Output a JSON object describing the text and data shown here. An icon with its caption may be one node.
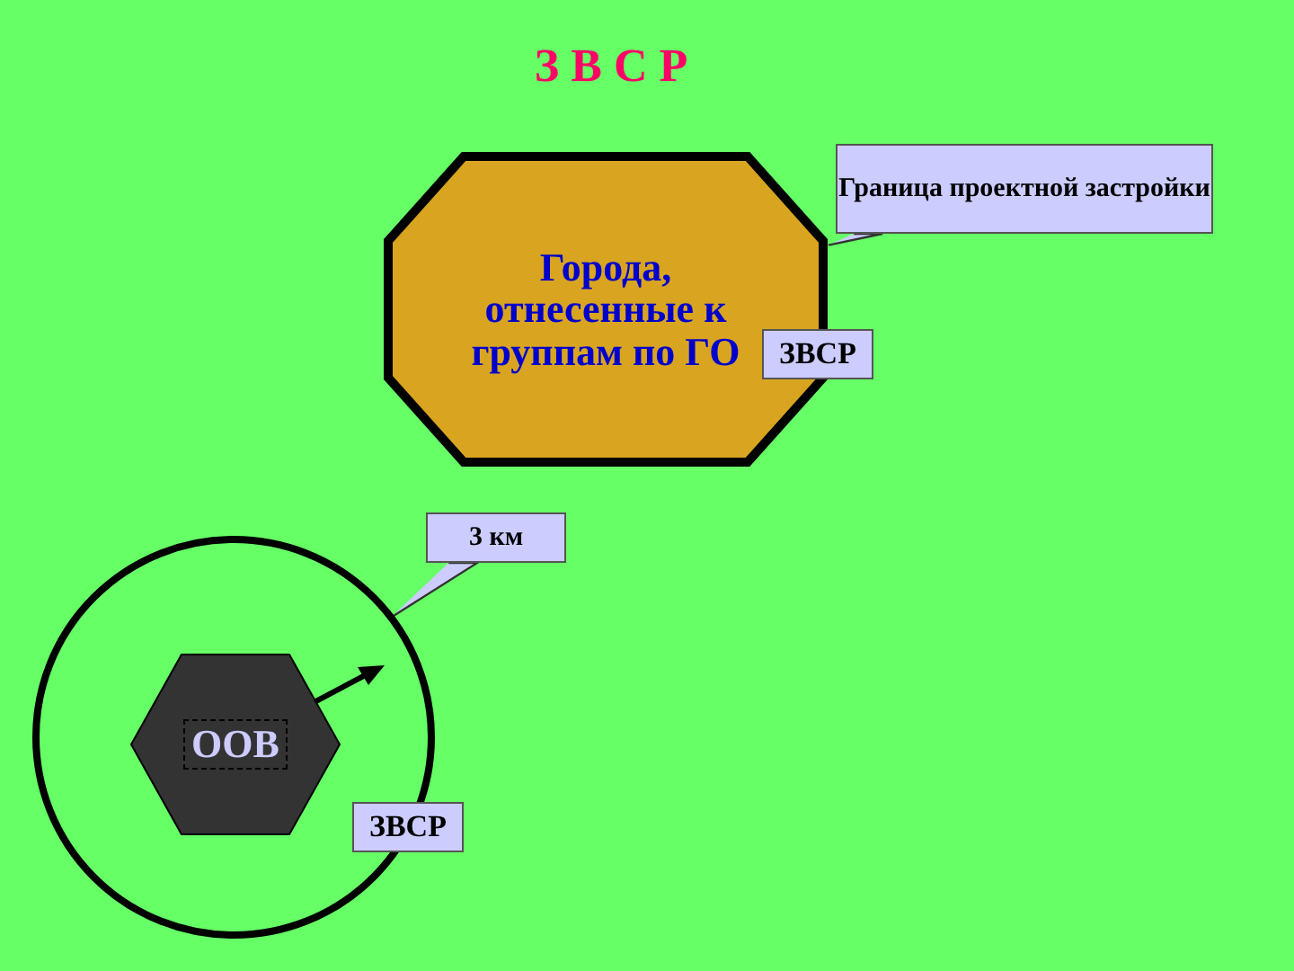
{
  "diagram": {
    "title": "З В С Р",
    "nodes": [
      {
        "text": [
          "Города, отнесенные к группам по ГО"
        ]
      },
      {
        "text": [
          "ЗВСР"
        ]
      },
      {
        "text": [
          "Граница проектной застройки"
        ]
      },
      {
        "text": [],
        "shape": "circle"
      },
      {
        "text": [
          "ООВ"
        ],
        "in": 3
      },
      {
        "text": [
          "ЗВСР"
        ]
      },
      {
        "text": [
          "3 км"
        ]
      }
    ],
    "edges": [
      {
        "from": 2,
        "to": 0,
        "arrow": "none"
      },
      {
        "from": 6,
        "to": 3,
        "arrow": "none"
      }
    ]
  }
}
